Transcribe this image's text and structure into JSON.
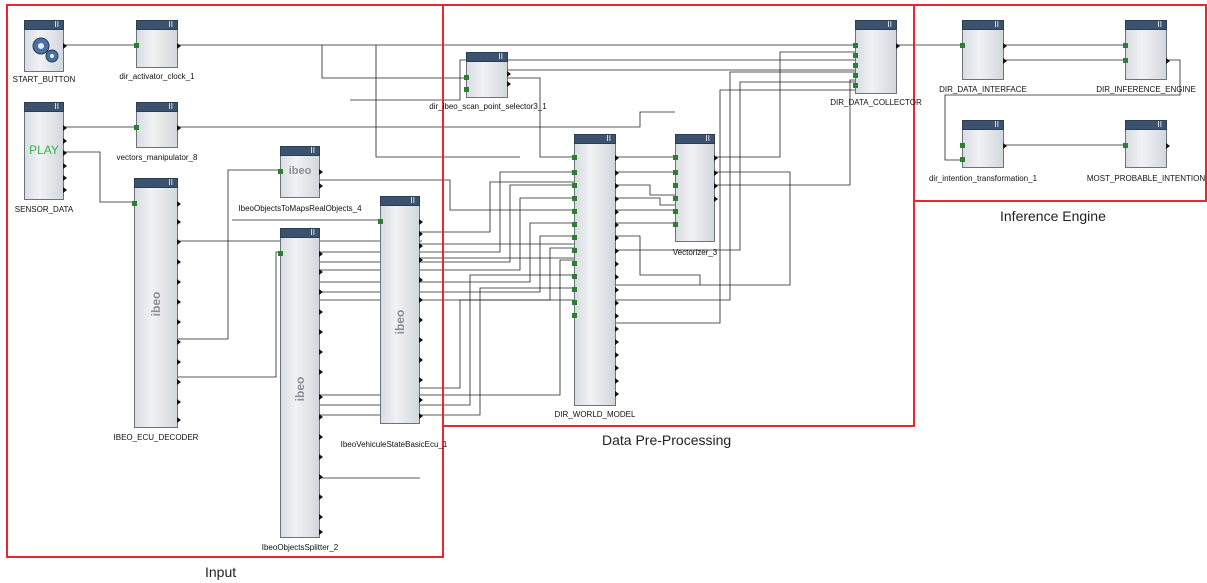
{
  "regions": {
    "input": "Input",
    "preprocessing": "Data Pre-Processing",
    "inference": "Inference Engine"
  },
  "blocks": {
    "start_button": "START_BUTTON",
    "dir_activator_clock": "dir_activator_clock_1",
    "sensor_data": "SENSOR_DATA",
    "vectors_manipulator": "vectors_manipulator_8",
    "ibeo_ecu_decoder": "IBEO_ECU_DECODER",
    "ibeo_objects_to_maps": "IbeoObjectsToMapsRealObjects_4",
    "ibeo_objects_splitter": "IbeoObjectsSplitter_2",
    "ibeo_vehicule_state": "IbeoVehiculeStateBasicEcu_1",
    "dir_ibeo_scan_point_selector": "dir_ibeo_scan_point_selector3_1",
    "dir_world_model": "DIR_WORLD_MODEL",
    "vectorizer": "Vectorizer_3",
    "dir_data_collector": "DIR_DATA_COLLECTOR",
    "dir_data_interface": "DIR_DATA_INTERFACE",
    "dir_inference_engine": "DIR_INFERENCE_ENGINE",
    "dir_intention_transformation": "dir_intention_transformation_1",
    "most_probable_intention": "MOST_PROBABLE_INTENTION"
  },
  "play_text": "PLAY",
  "ibeo_logo_text": "ibeo",
  "block_bar_icon": "pause-icon",
  "accent_colors": {
    "region_border": "#e8282e",
    "block_header": "#3c5370",
    "input_port": "#2e7d32"
  }
}
